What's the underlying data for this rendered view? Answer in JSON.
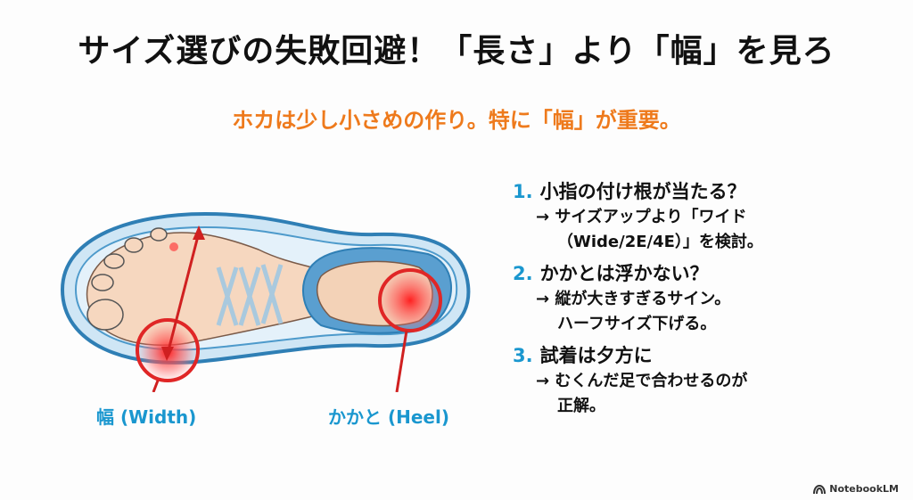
{
  "slide": {
    "title": "サイズ選びの失敗回避！「長さ」より「幅」を見ろ",
    "subtitle": "ホカは少し小さめの作り。特に「幅」が重要。",
    "illustration": {
      "labels": {
        "width": "幅 (Width)",
        "heel": "かかと (Heel)"
      }
    },
    "tips": [
      {
        "number": "1.",
        "heading": "小指の付け根が当たる？",
        "line1": "→ サイズアップより「ワイド",
        "line2": "（Wide/2E/4E）」を検討。"
      },
      {
        "number": "2.",
        "heading": "かかとは浮かない？",
        "line1": "→ 縦が大きすぎるサイン。",
        "line2": "ハーフサイズ下げる。"
      },
      {
        "number": "3.",
        "heading": "試着は夕方に",
        "line1": "→ むくんだ足で合わせるのが",
        "line2": "正解。"
      }
    ],
    "brand": "NotebookLM",
    "colors": {
      "accent_blue": "#1a97cf",
      "accent_orange": "#ee7a1c",
      "highlight_red": "#e02626"
    }
  }
}
